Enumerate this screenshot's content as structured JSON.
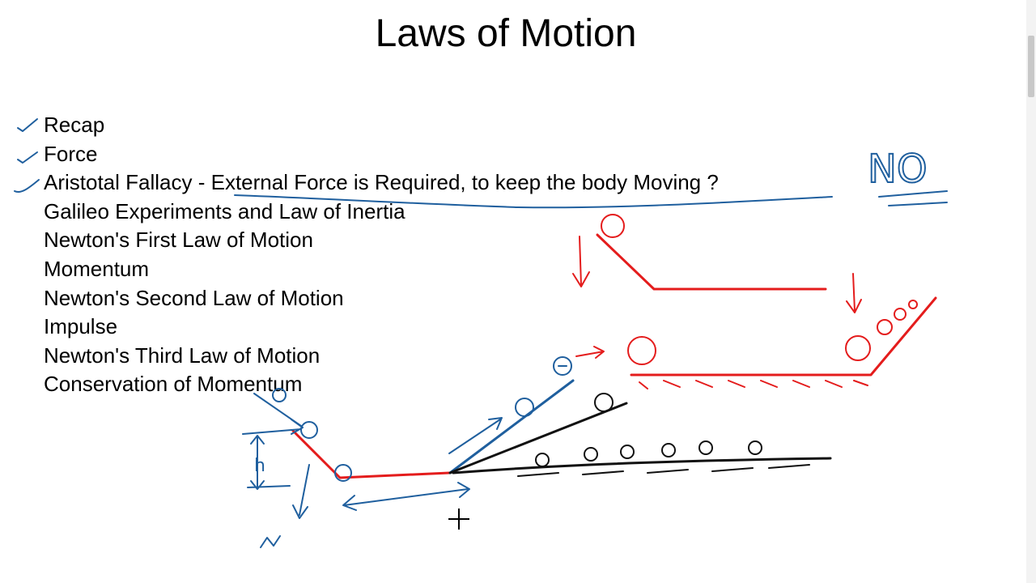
{
  "slide": {
    "title": "Laws of Motion",
    "agenda": [
      "Recap",
      "Force",
      "Aristotal Fallacy - External Force is Required, to keep the body Moving ?",
      "Galileo Experiments and Law of Inertia",
      "Newton's First Law of Motion",
      "Momentum",
      "Newton's Second Law of Motion",
      "Impulse",
      "Newton's Third Law of Motion",
      "Conservation of Momentum"
    ],
    "annotation_no": "NO",
    "annotation_h": "h"
  },
  "colors": {
    "ink_blue": "#1f5f9e",
    "ink_red": "#e41c1c",
    "ink_black": "#111111"
  }
}
